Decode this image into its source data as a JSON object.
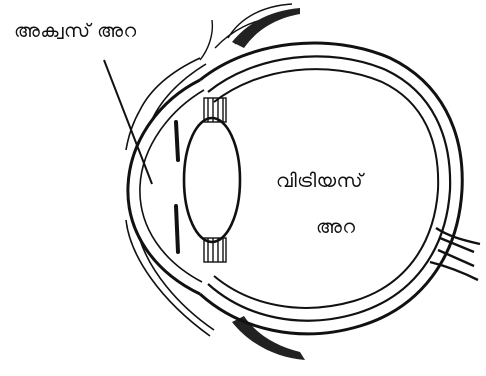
{
  "labels": {
    "aqueous_chamber": "അക്വസ് അറ",
    "vitreous_line1": "വിട്രിയസ്",
    "vitreous_line2": "അറ"
  },
  "colors": {
    "ink": "#111111",
    "paper": "#ffffff"
  }
}
